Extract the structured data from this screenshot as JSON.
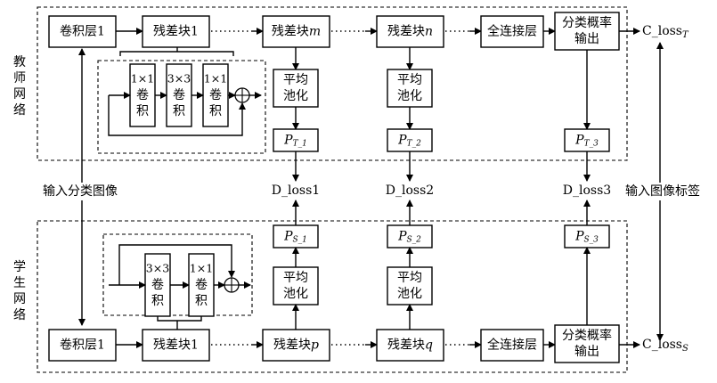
{
  "teacher_label": [
    "教",
    "师",
    "网",
    "络"
  ],
  "student_label": [
    "学",
    "生",
    "网",
    "络"
  ],
  "teacher": {
    "conv": "卷积层1",
    "res1": "残差块1",
    "resm": "残差块",
    "resm_var": "m",
    "resn": "残差块",
    "resn_var": "n",
    "fc": "全连接层",
    "out": [
      "分类概率",
      "输出"
    ],
    "pool": [
      "平均",
      "池化"
    ],
    "p1": "T_1",
    "p2": "T_2",
    "p3": "T_3",
    "inner": [
      [
        "1×1",
        "卷",
        "积"
      ],
      [
        "3×3",
        "卷",
        "积"
      ],
      [
        "1×1",
        "卷",
        "积"
      ]
    ],
    "loss": "C_loss",
    "loss_sub": "T"
  },
  "student": {
    "conv": "卷积层1",
    "res1": "残差块1",
    "resp": "残差块",
    "resp_var": "p",
    "resq": "残差块",
    "resq_var": "q",
    "fc": "全连接层",
    "out": [
      "分类概率",
      "输出"
    ],
    "pool": [
      "平均",
      "池化"
    ],
    "p1": "S_1",
    "p2": "S_2",
    "p3": "S_3",
    "inner": [
      [
        "3×3",
        "卷",
        "积"
      ],
      [
        "1×1",
        "卷",
        "积"
      ]
    ],
    "loss": "C_loss",
    "loss_sub": "S"
  },
  "d_losses": [
    "D_loss1",
    "D_loss2",
    "D_loss3"
  ],
  "p_symbol": "P",
  "input_image": "输入分类图像",
  "input_label": "输入图像标签",
  "plus_symbol": "+"
}
